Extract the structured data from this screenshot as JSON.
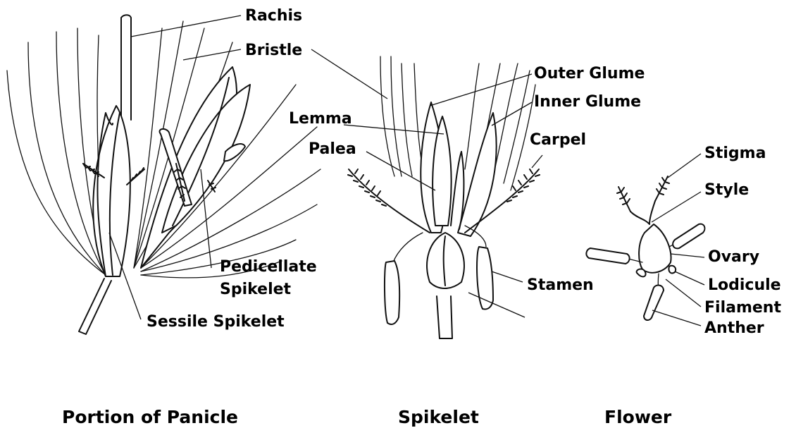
{
  "labels": {
    "rachis": "Rachis",
    "bristle": "Bristle",
    "pedicellate_1": "Pedicellate",
    "pedicellate_2": "Spikelet",
    "sessile": "Sessile Spikelet",
    "outer_glume": "Outer Glume",
    "inner_glume": "Inner Glume",
    "lemma": "Lemma",
    "palea": "Palea",
    "carpel": "Carpel",
    "stamen": "Stamen",
    "stigma": "Stigma",
    "style": "Style",
    "ovary": "Ovary",
    "lodicule": "Lodicule",
    "filament": "Filament",
    "anther": "Anther"
  },
  "captions": {
    "panicle": "Portion of Panicle",
    "spikelet": "Spikelet",
    "flower": "Flower"
  }
}
